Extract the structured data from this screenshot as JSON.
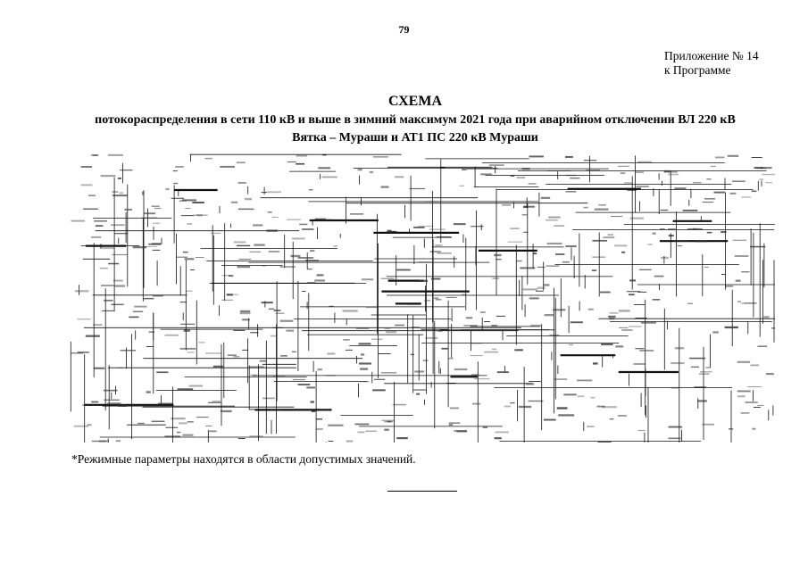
{
  "page": {
    "number": "79"
  },
  "appendix": {
    "line1": "Приложение № 14",
    "line2": "к Программе"
  },
  "title": {
    "main": "СХЕМА",
    "line1": "потокораспределения в сети 110 кВ и выше в зимний максимум 2021 года при аварийном отключении ВЛ 220 кВ",
    "line2": "Вятка – Мураши и АТ1 ПС 220 кВ Мураши"
  },
  "scheme": {
    "line_color": "#111111"
  },
  "footnote": "*Режимные параметры находятся в области допустимых значений."
}
